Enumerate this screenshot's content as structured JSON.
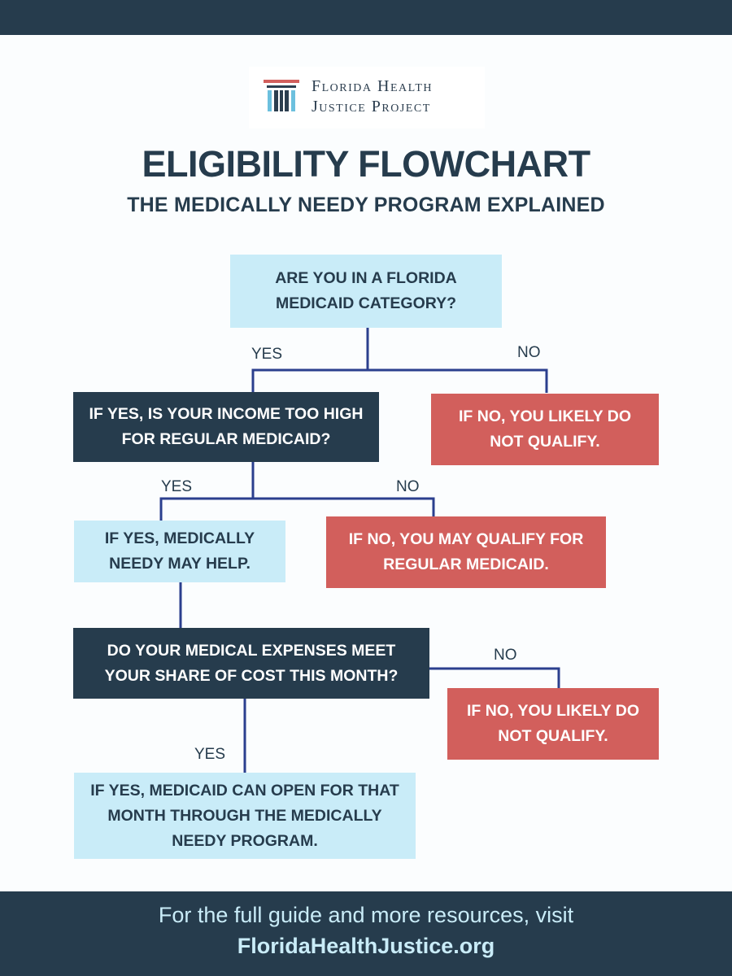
{
  "logo": {
    "line1": "Florida Health",
    "line2": "Justice Project"
  },
  "title": "ELIGIBILITY FLOWCHART",
  "subtitle": "THE MEDICALLY NEEDY PROGRAM EXPLAINED",
  "nodes": {
    "q1": "ARE YOU IN A FLORIDA MEDICAID CATEGORY?",
    "q2": "IF YES, IS YOUR INCOME TOO HIGH FOR REGULAR MEDICAID?",
    "no1": "IF NO, YOU LIKELY DO NOT QUALIFY.",
    "mn_help": "IF YES, MEDICALLY NEEDY MAY HELP.",
    "no2": "IF NO, YOU MAY QUALIFY FOR REGULAR MEDICAID.",
    "q3": "DO YOUR MEDICAL EXPENSES MEET YOUR SHARE OF COST THIS MONTH?",
    "no3": "IF NO, YOU LIKELY DO NOT QUALIFY.",
    "yes_final": "IF YES, MEDICAID CAN OPEN FOR THAT MONTH THROUGH THE MEDICALLY NEEDY PROGRAM."
  },
  "edge_labels": {
    "yes1": "YES",
    "no1": "NO",
    "yes2": "YES",
    "no2": "NO",
    "no3": "NO",
    "yes3": "YES"
  },
  "footer": {
    "line1": "For the full guide and more resources, visit",
    "line2": "FloridaHealthJustice.org"
  },
  "colors": {
    "dark_navy": "#263c4d",
    "light_blue": "#c9ecf8",
    "red": "#d25f5c",
    "connector": "#2b3f8e"
  }
}
